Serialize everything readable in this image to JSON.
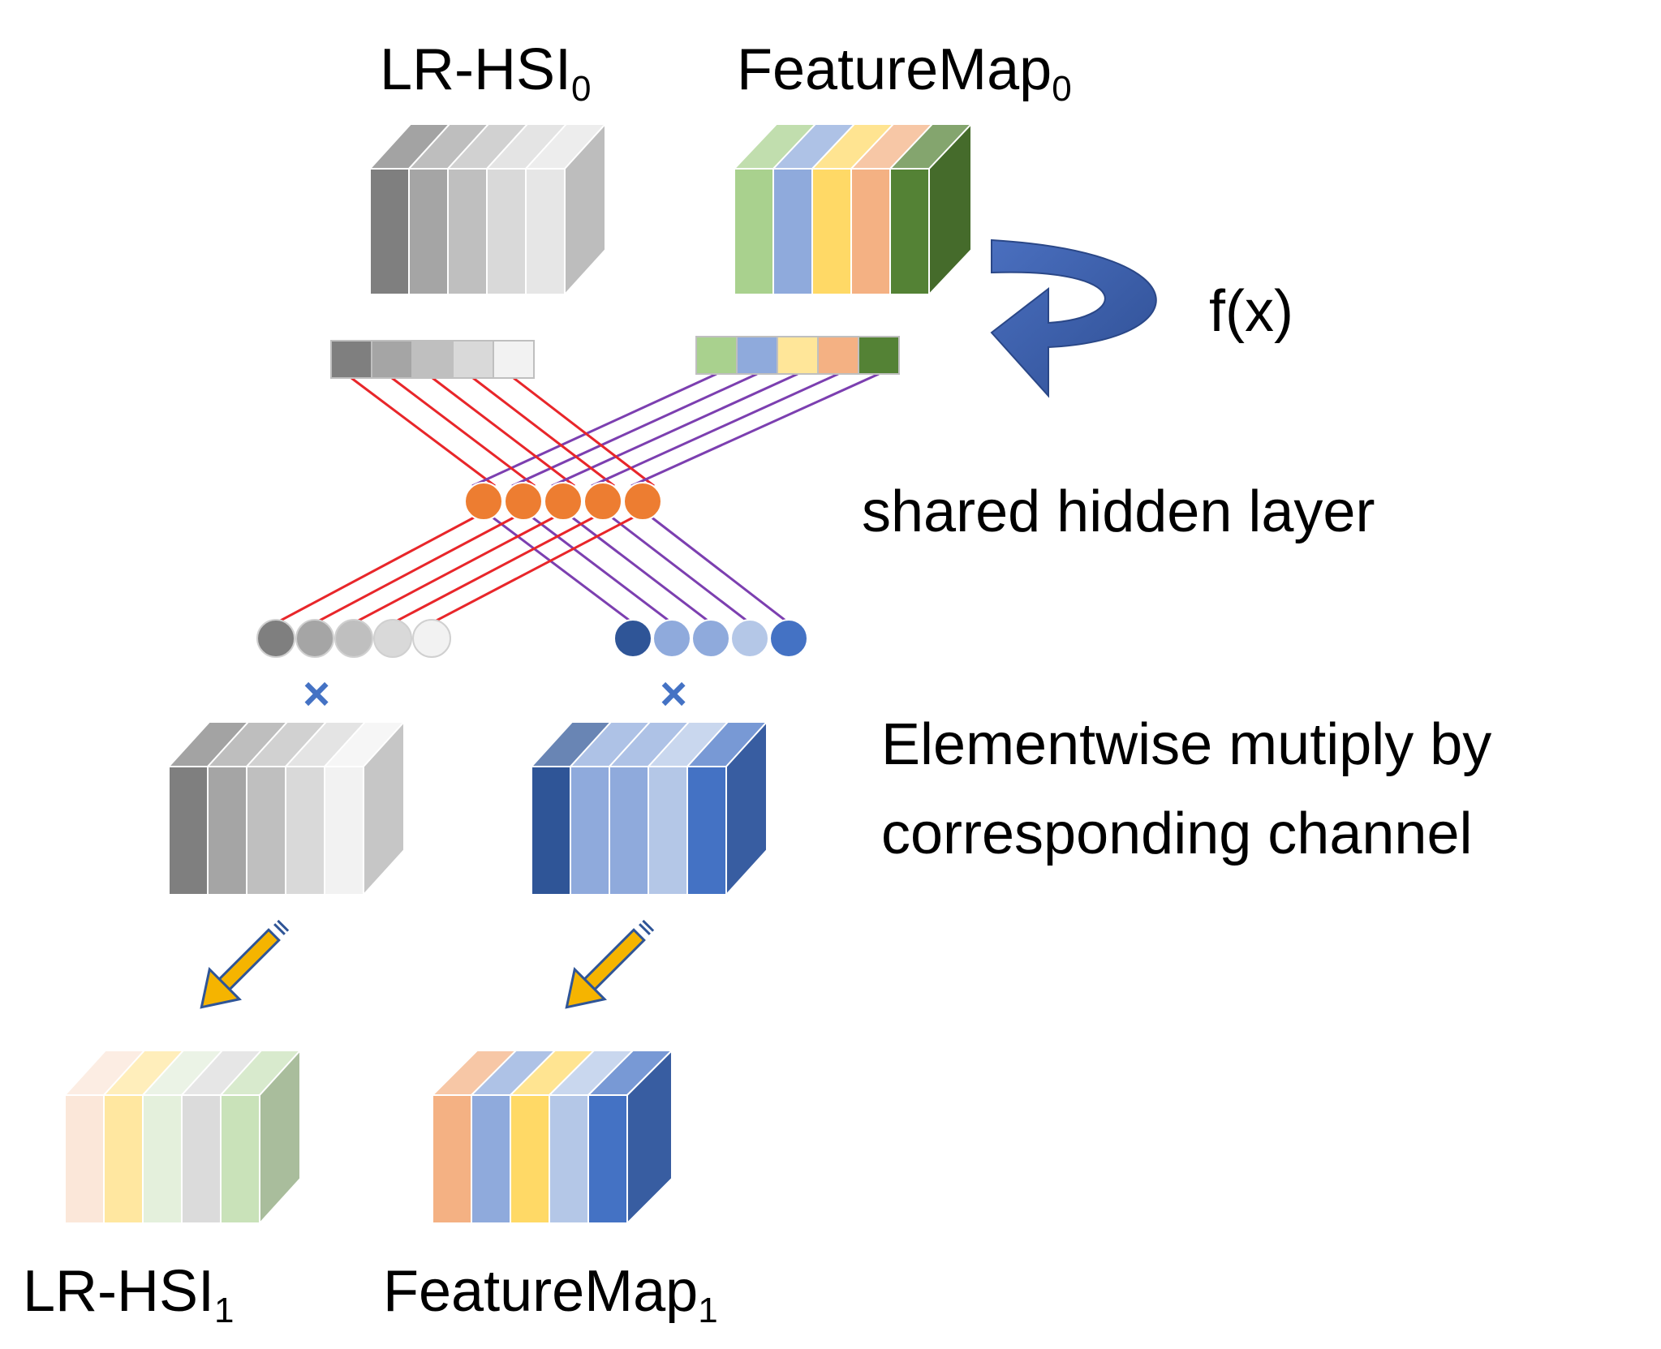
{
  "labels": {
    "lr_hsi_0": {
      "base": "LR-HSI",
      "sub": "0"
    },
    "feature_map_0": {
      "base": "FeatureMap",
      "sub": "0"
    },
    "lr_hsi_1": {
      "base": "LR-HSI",
      "sub": "1"
    },
    "feature_map_1": {
      "base": "FeatureMap",
      "sub": "1"
    },
    "function": "f(x)",
    "hidden_layer": "shared hidden layer",
    "multiply_line1": "Elementwise mutiply by",
    "multiply_line2": "corresponding channel",
    "multiply_symbol": "×"
  },
  "colors": {
    "red_line": "#e8262a",
    "purple_line": "#7c3fb0",
    "hidden_node": "#ed7d31",
    "curved_arrow": "#3b5ea8",
    "pencil_arrow": "#f5b400"
  },
  "blocks": {
    "lr_hsi_0": [
      "#7f7f7f",
      "#a5a5a5",
      "#bfbfbf",
      "#d9d9d9",
      "#e6e6e6"
    ],
    "feature_map_0": [
      "#a9d18e",
      "#8faadc",
      "#ffd966",
      "#f4b183",
      "#548235"
    ],
    "lr_hsi_weighted": [
      "#7f7f7f",
      "#a5a5a5",
      "#bfbfbf",
      "#d9d9d9",
      "#f2f2f2"
    ],
    "feature_map_weighted": [
      "#2f5597",
      "#8faadc",
      "#8faadc",
      "#b4c7e7",
      "#4472c4"
    ],
    "lr_hsi_1": [
      "#fbe5d6",
      "#ffe699",
      "#e2efda",
      "#d9d9d9",
      "#c5e0b4"
    ],
    "feature_map_1": [
      "#f4b183",
      "#8faadc",
      "#ffd966",
      "#b4c7e7",
      "#4472c4"
    ]
  },
  "pooled": {
    "lr_hsi": [
      "#7f7f7f",
      "#a5a5a5",
      "#bfbfbf",
      "#d9d9d9",
      "#f2f2f2"
    ],
    "feature_map": [
      "#a9d18e",
      "#8faadc",
      "#ffe699",
      "#f4b183",
      "#548235"
    ]
  },
  "weights": {
    "lr_hsi": [
      "#7f7f7f",
      "#a5a5a5",
      "#bfbfbf",
      "#d9d9d9",
      "#f2f2f2"
    ],
    "feature_map": [
      "#2f5597",
      "#8faadc",
      "#8faadc",
      "#b4c7e7",
      "#4472c4"
    ]
  }
}
